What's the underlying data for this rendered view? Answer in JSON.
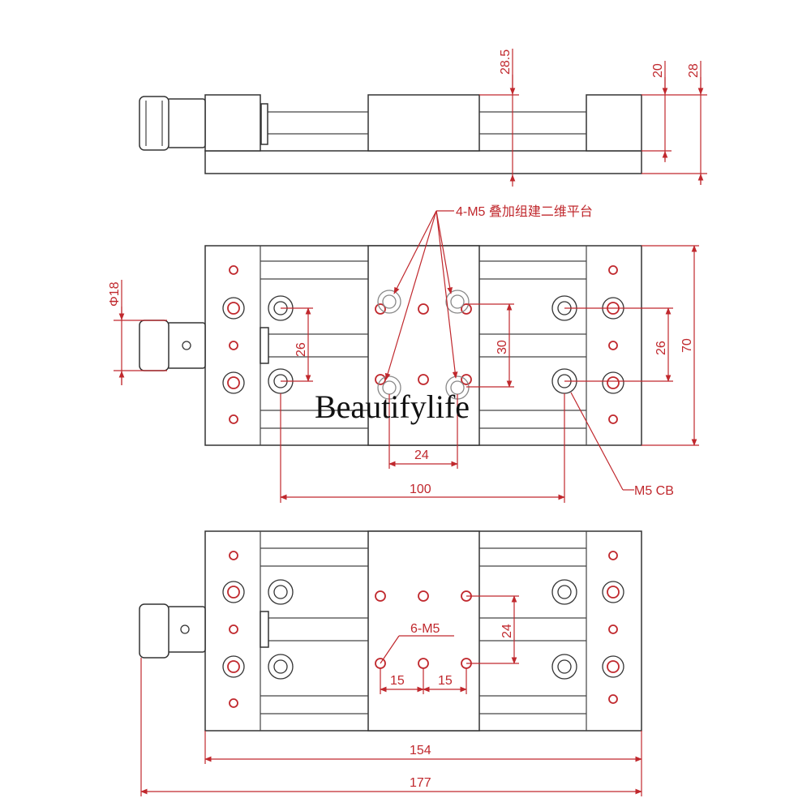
{
  "colors": {
    "dimension": "#c0282d",
    "outline": "#333333",
    "background": "#ffffff"
  },
  "watermark": "Beautifylife",
  "side_view": {
    "dim_28_5": "28.5",
    "dim_20": "20",
    "dim_28": "28"
  },
  "top_view": {
    "callout_holes": "4-M5 叠加组建二维平台",
    "dim_dia": "Φ18",
    "dim_26_left": "26",
    "dim_30": "30",
    "dim_26_right": "26",
    "dim_70": "70",
    "dim_24": "24",
    "dim_100": "100",
    "callout_cb": "M5 CB"
  },
  "bottom_view": {
    "callout_holes": "6-M5",
    "dim_24": "24",
    "dim_15_left": "15",
    "dim_15_right": "15",
    "dim_154": "154",
    "dim_177": "177"
  }
}
